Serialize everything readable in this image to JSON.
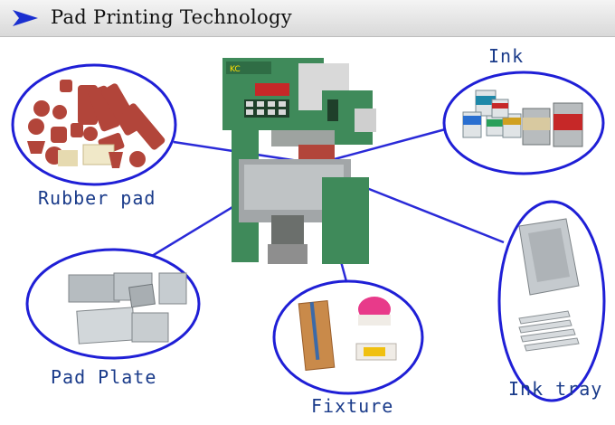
{
  "header": {
    "title": "Pad Printing Technology"
  },
  "labels": {
    "ink": "Ink",
    "rubber_pad": "Rubber pad",
    "pad_plate": "Pad Plate",
    "fixture": "Fixture",
    "ink_tray": "Ink tray"
  },
  "colors": {
    "arrow": "#1a2fd0",
    "ellipse_border": "#1f1fd6",
    "connector": "#2a2ad8",
    "label_text": "#1a3b8a",
    "machine_green": "#3f8a5a",
    "rubber_red": "#b2453a"
  }
}
